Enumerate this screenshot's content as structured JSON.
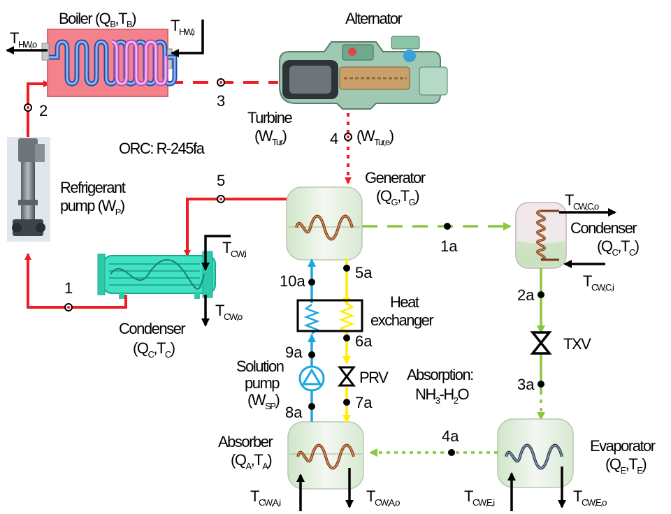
{
  "orc": {
    "title": "ORC: R-245fa",
    "boiler": {
      "name": "Boiler (Q",
      "sub1": "B",
      "mid": ",T",
      "sub2": "B",
      "end": ")"
    },
    "t_hw_in": {
      "main": "T",
      "sub": "HW,i"
    },
    "t_hw_out": {
      "main": "T",
      "sub": "HW,o"
    },
    "alternator": "Alternator",
    "turbine": "Turbine",
    "turbine_work": {
      "main": "(W",
      "sub": "Tur",
      "end": ")"
    },
    "turbine_work_e": {
      "main": "(W",
      "sub": "Tur,e",
      "end": ")"
    },
    "pump": {
      "line1": "Refrigerant",
      "line2": "pump (W",
      "sub": "P",
      "end": ")"
    },
    "condenser": {
      "name": "Condenser",
      "q": "(Q",
      "sub1": "C",
      "mid": ",T",
      "sub2": "C",
      "end": ")"
    },
    "t_cw_in": {
      "main": "T",
      "sub": "CW,i"
    },
    "t_cw_out": {
      "main": "T",
      "sub": "CW,o"
    },
    "points": [
      "1",
      "2",
      "3",
      "4",
      "5"
    ]
  },
  "absorption": {
    "title_line1": "Absorption:",
    "title_line2": {
      "a": "NH",
      "s1": "3",
      "b": "-H",
      "s2": "2",
      "c": "O"
    },
    "generator": {
      "name": "Generator",
      "q": "(Q",
      "sub1": "G",
      "mid": ",T",
      "sub2": "G",
      "end": ")"
    },
    "condenser": {
      "name": "Condenser",
      "q": "(Q",
      "sub1": "C",
      "mid": ",T",
      "sub2": "C",
      "end": ")"
    },
    "t_cwc_out": {
      "main": "T",
      "sub": "CW,C,o"
    },
    "t_cwc_in": {
      "main": "T",
      "sub": "CW,C,i"
    },
    "txv": "TXV",
    "prv": "PRV",
    "heat_exchanger": {
      "line1": "Heat",
      "line2": "exchanger"
    },
    "solution_pump": {
      "line1": "Solution",
      "line2": "pump",
      "w": "(W",
      "sub": "SP",
      "end": ")"
    },
    "absorber": {
      "name": "Absorber",
      "q": "(Q",
      "sub1": "A",
      "mid": ",T",
      "sub2": "A",
      "end": ")"
    },
    "evaporator": {
      "name": "Evaporator",
      "q": "(Q",
      "sub1": "E",
      "mid": ",T",
      "sub2": "E",
      "end": ")"
    },
    "t_cwa_in": {
      "main": "T",
      "sub": "CW,A,i"
    },
    "t_cwa_out": {
      "main": "T",
      "sub": "CW,A,o"
    },
    "t_cwe_in": {
      "main": "T",
      "sub": "CW,E,i"
    },
    "t_cwe_out": {
      "main": "T",
      "sub": "CW,E,o"
    },
    "points": [
      "1a",
      "2a",
      "3a",
      "4a",
      "5a",
      "6a",
      "7a",
      "8a",
      "9a",
      "10a"
    ]
  },
  "colors": {
    "orc_line": "#ee1c24",
    "rich_line": "#ffee00",
    "weak_line": "#1ca6e0",
    "refrigerant_line": "#8cc63e",
    "boiler_body": "#f4818b",
    "condenser_body": "#3fe3c4"
  }
}
